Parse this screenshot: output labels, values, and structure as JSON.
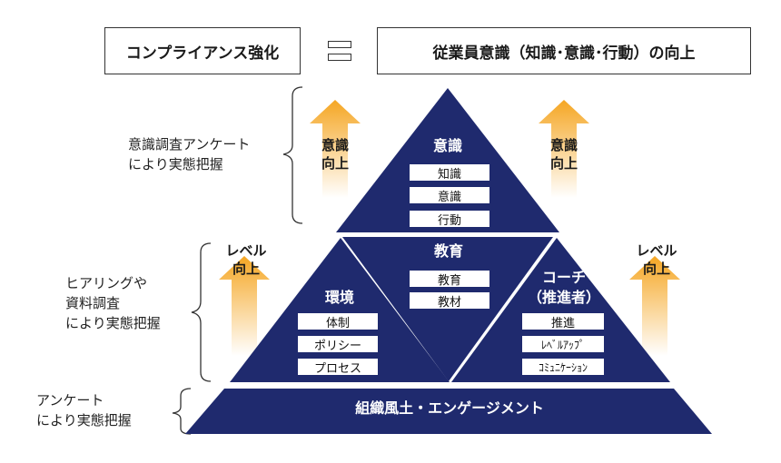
{
  "header": {
    "left_box": "コンプライアンス強化",
    "right_box": "従業員意識（知識･意識･行動）の向上"
  },
  "side_labels": {
    "top": [
      "意識調査アンケート",
      "により実態把握"
    ],
    "middle": [
      "ヒアリングや",
      "資料調査",
      "により実態把握"
    ],
    "bottom": [
      "アンケート",
      "により実態把握"
    ]
  },
  "arrows": {
    "top_left": [
      "意識",
      "向上"
    ],
    "top_right": [
      "意識",
      "向上"
    ],
    "mid_left": [
      "レベル",
      "向上"
    ],
    "mid_right": [
      "レベル",
      "向上"
    ]
  },
  "pyramid": {
    "top": {
      "title": "意識",
      "items": [
        "知識",
        "意識",
        "行動"
      ]
    },
    "center": {
      "title": "教育",
      "items": [
        "教育",
        "教材"
      ]
    },
    "left": {
      "title": "環境",
      "items": [
        "体制",
        "ポリシー",
        "プロセス"
      ]
    },
    "right": {
      "title_lines": [
        "コーチ",
        "（推進者）"
      ],
      "items": [
        "推進",
        "ﾚﾍﾞﾙｱｯﾌﾟ",
        "ｺﾐｭﾆｹｰｼｮﾝ"
      ]
    },
    "base": {
      "title": "組織風土・エンゲージメント"
    }
  },
  "colors": {
    "navy": "#1f2a6e",
    "arrow_top": "#f5a623",
    "arrow_bottom": "#ffffff"
  }
}
